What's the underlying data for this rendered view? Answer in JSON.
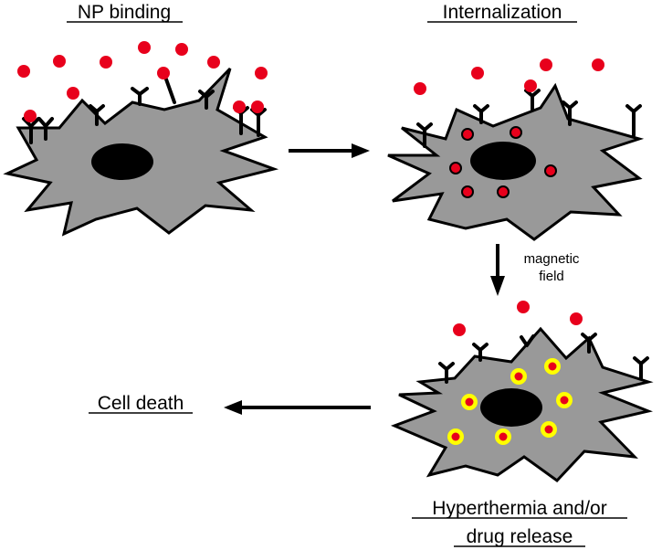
{
  "stages": {
    "binding": "NP binding",
    "internalization": "Internalization",
    "treatment_line1": "Hyperthermia and/or",
    "treatment_line2": "drug release",
    "death": "Cell death"
  },
  "transition": {
    "line1": "magnetic",
    "line2": "field"
  },
  "colors": {
    "cell_fill": "#999999",
    "cell_outline": "#000000",
    "nucleus": "#000000",
    "nanoparticle": "#e8001c",
    "heated_ring": "#ffff00",
    "arrow": "#000000",
    "background": "#ffffff"
  },
  "diagram": {
    "type": "process-flow",
    "steps": [
      "binding",
      "internalization",
      "treatment",
      "death"
    ],
    "connectors": [
      "right-arrow",
      "down-arrow",
      "left-arrow"
    ]
  }
}
